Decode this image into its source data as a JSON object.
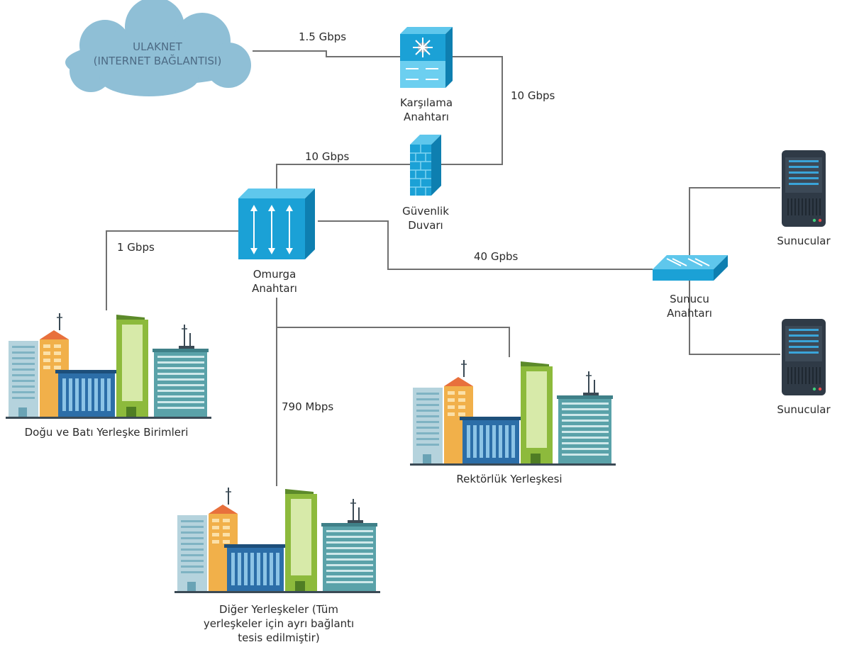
{
  "nodes": {
    "internet": {
      "line1": "ULAKNET",
      "line2": "(INTERNET BAĞLANTISI)",
      "icon": "cloud-icon"
    },
    "edge_switch": {
      "line1": "Karşılama",
      "line2": "Anahtarı",
      "icon": "layer3-switch-icon"
    },
    "firewall": {
      "line1": "Güvenlik",
      "line2": "Duvarı",
      "icon": "firewall-icon"
    },
    "core_switch": {
      "line1": "Omurga",
      "line2": "Anahtarı",
      "icon": "core-switch-icon"
    },
    "server_switch": {
      "line1": "Sunucu",
      "line2": "Anahtarı",
      "icon": "switch-icon"
    },
    "servers_top": {
      "label": "Sunucular",
      "icon": "server-icon"
    },
    "servers_bottom": {
      "label": "Sunucular",
      "icon": "server-icon"
    },
    "campus_east_west": {
      "label": "Doğu ve Batı Yerleşke Birimleri",
      "icon": "buildings-icon"
    },
    "campus_rectorate": {
      "label": "Rektörlük Yerleşkesi",
      "icon": "buildings-icon"
    },
    "campus_other": {
      "line1": "Diğer Yerleşkeler (Tüm",
      "line2": "yerleşkeler için ayrı bağlantı",
      "line3": "tesis edilmiştir)",
      "icon": "buildings-icon"
    }
  },
  "links": {
    "internet_edge": "1.5 Gbps",
    "edge_firewall": "10 Gbps",
    "firewall_core": "10 Gbps",
    "core_server": "40 Gpbs",
    "core_eastwest": "1 Gbps",
    "core_other": "790 Mbps"
  },
  "colors": {
    "cloud": "#8fbfd6",
    "device": "#1ba1d6",
    "device_dark": "#0e7fb0",
    "line": "#707070",
    "server": "#2f3a46"
  }
}
